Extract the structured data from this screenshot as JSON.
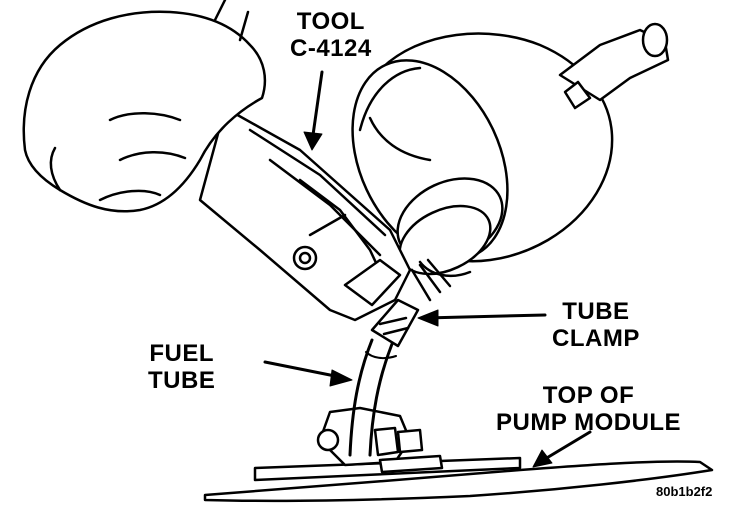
{
  "labels": {
    "tool": {
      "line1": "TOOL",
      "line2": "C-4124"
    },
    "tube_clamp": {
      "line1": "TUBE",
      "line2": "CLAMP"
    },
    "fuel_tube": {
      "line1": "FUEL",
      "line2": "TUBE"
    },
    "pump_module": {
      "line1": "TOP OF",
      "line2": "PUMP MODULE"
    }
  },
  "figure_code": "80b1b2f2",
  "colors": {
    "ink": "#000000",
    "paper": "#ffffff"
  }
}
